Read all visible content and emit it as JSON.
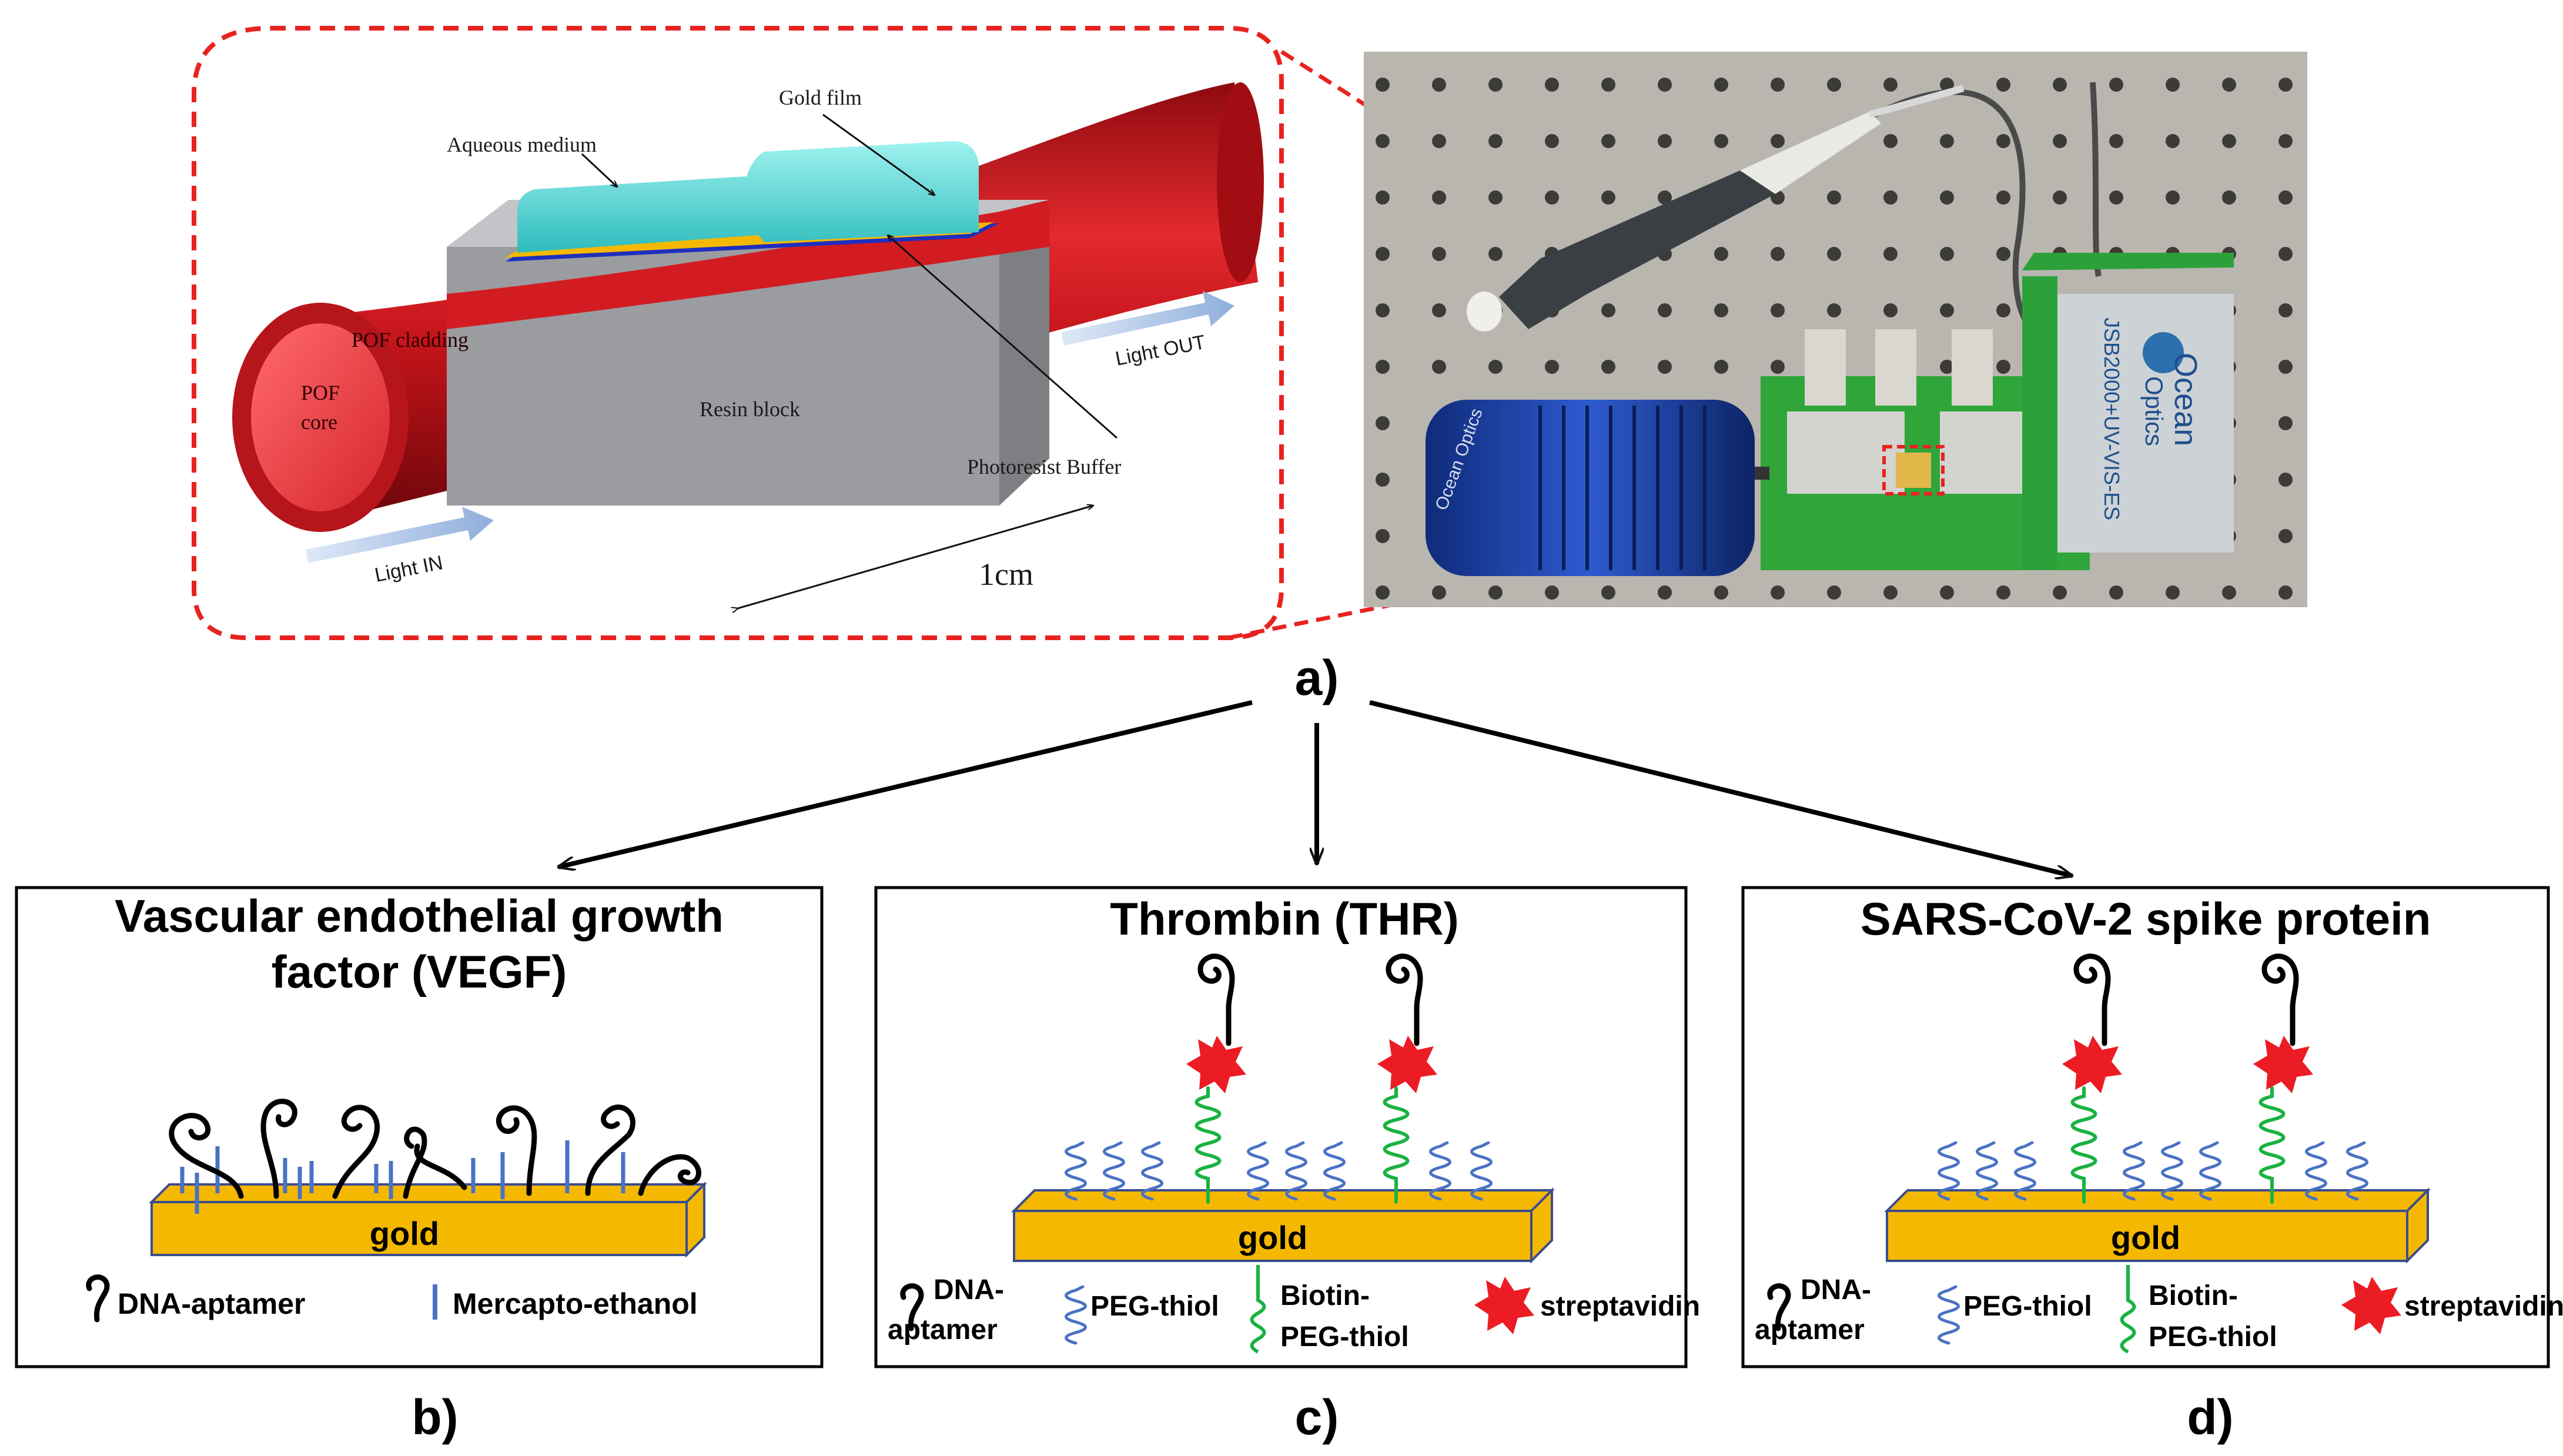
{
  "panel_a": {
    "letter": "a)",
    "labels": {
      "aqueous": "Aqueous medium",
      "gold_film": "Gold film",
      "cladding": "POF cladding",
      "core_line1": "POF",
      "core_line2": "core",
      "resin": "Resin block",
      "buffer": "Photoresist Buffer",
      "light_in": "Light IN",
      "light_out": "Light OUT",
      "scale": "1cm"
    },
    "photo": {
      "spectrometer_brand1": "Ocean",
      "spectrometer_brand2": "Optics",
      "spectrometer_model": "JSB2000+UV-VIS-ES",
      "source_brand": "Ocean Optics"
    }
  },
  "panels": [
    {
      "letter": "b)",
      "title_line1": "Vascular endothelial growth",
      "title_line2": "factor (VEGF)",
      "gold": "gold",
      "legend": {
        "aptamer": "DNA-aptamer",
        "mercapto": "Mercapto-ethanol"
      }
    },
    {
      "letter": "c)",
      "title": "Thrombin (THR)",
      "gold": "gold",
      "legend": {
        "aptamer_1": "DNA-",
        "aptamer_2": "aptamer",
        "peg": "PEG-thiol",
        "biotin_1": "Biotin-",
        "biotin_2": "PEG-thiol",
        "strep": "streptavidin"
      }
    },
    {
      "letter": "d)",
      "title": "SARS-CoV-2 spike protein",
      "gold": "gold",
      "legend": {
        "aptamer_1": "DNA-",
        "aptamer_2": "aptamer",
        "peg": "PEG-thiol",
        "biotin_1": "Biotin-",
        "biotin_2": "PEG-thiol",
        "strep": "streptavidin"
      }
    }
  ],
  "colors": {
    "dashed_red": "#e8231f",
    "fiber_red": "#c8141c",
    "gold": "#f5b800",
    "aqueous_cyan": "#40d4d4",
    "peg_blue": "#4a72c4",
    "biotin_green": "#19b241",
    "strep_red": "#ec1c24",
    "resin_gray": "#9a9ca0"
  }
}
